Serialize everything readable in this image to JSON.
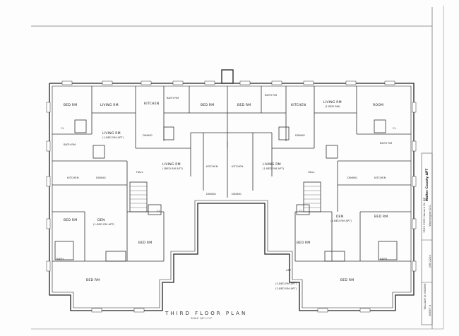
{
  "drawing": {
    "title": "THIRD FLOOR PLAN",
    "scale": "SCALE 1/8\"=1'0\"",
    "rooms": {
      "nw_bed": "BED RM",
      "nw_living": "LIVING RM",
      "nw_kitchen": "KITCHEN",
      "nw_bath": "BATH RM",
      "nw_dining": "DINING",
      "nw_living2": "LIVING RM",
      "nw_living2_sub": "(1-BED RM APT)",
      "nc_bed": "BED RM",
      "nc_bed2": "BED RM",
      "nc_bath": "BATH RM",
      "ne_kitchen": "KITCHEN",
      "ne_living": "LIVING RM",
      "ne_living_sub": "(1-BED RM)",
      "ne_room": "ROOM",
      "ne_dining": "DINING",
      "ne_bath": "BATH RM",
      "c_living_l": "LIVING RM",
      "c_living_l_sub": "(1BED RM APT)",
      "c_kitchen_l": "KITCHEN",
      "c_kitchen_r": "KITCHEN",
      "c_living_r": "LIVING RM",
      "c_living_r_sub": "(1-BED RM APT)",
      "c_dining_l": "DINING",
      "c_dining_r": "DINING",
      "c_bath": "BATH RM",
      "w_kitchen": "KITCHEN",
      "w_dining": "DINING",
      "w_hall": "HALL",
      "e_dining": "DINING",
      "e_kitchen": "KITCHEN",
      "e_hall": "HALL",
      "sw_bed": "BED RM",
      "sw_den": "DEN",
      "sw_den_sub": "(1-BED RM APT)",
      "sw_bed2": "BED RM",
      "sw_bath": "BATH",
      "sw_bed3": "BED RM",
      "se_den": "DEN",
      "se_den_sub": "(1-BED RM APT)",
      "se_bed": "BED RM",
      "se_bed2": "BED RM",
      "se_bath": "BATH",
      "se_bed3": "BED RM",
      "apt_label": "APT",
      "apt_line1": "(2-BED RM APT)",
      "apt_line2": "(2-BED RM APT)",
      "cl": "CL"
    }
  },
  "title_block": {
    "project": "Walter County APT",
    "address": "1523 1525 Harvard St. NE",
    "city": "Washington D.C.",
    "architect": "WILLIAM D. MOORE",
    "job": "JOB 2224",
    "sheet": "SHEET 4"
  }
}
